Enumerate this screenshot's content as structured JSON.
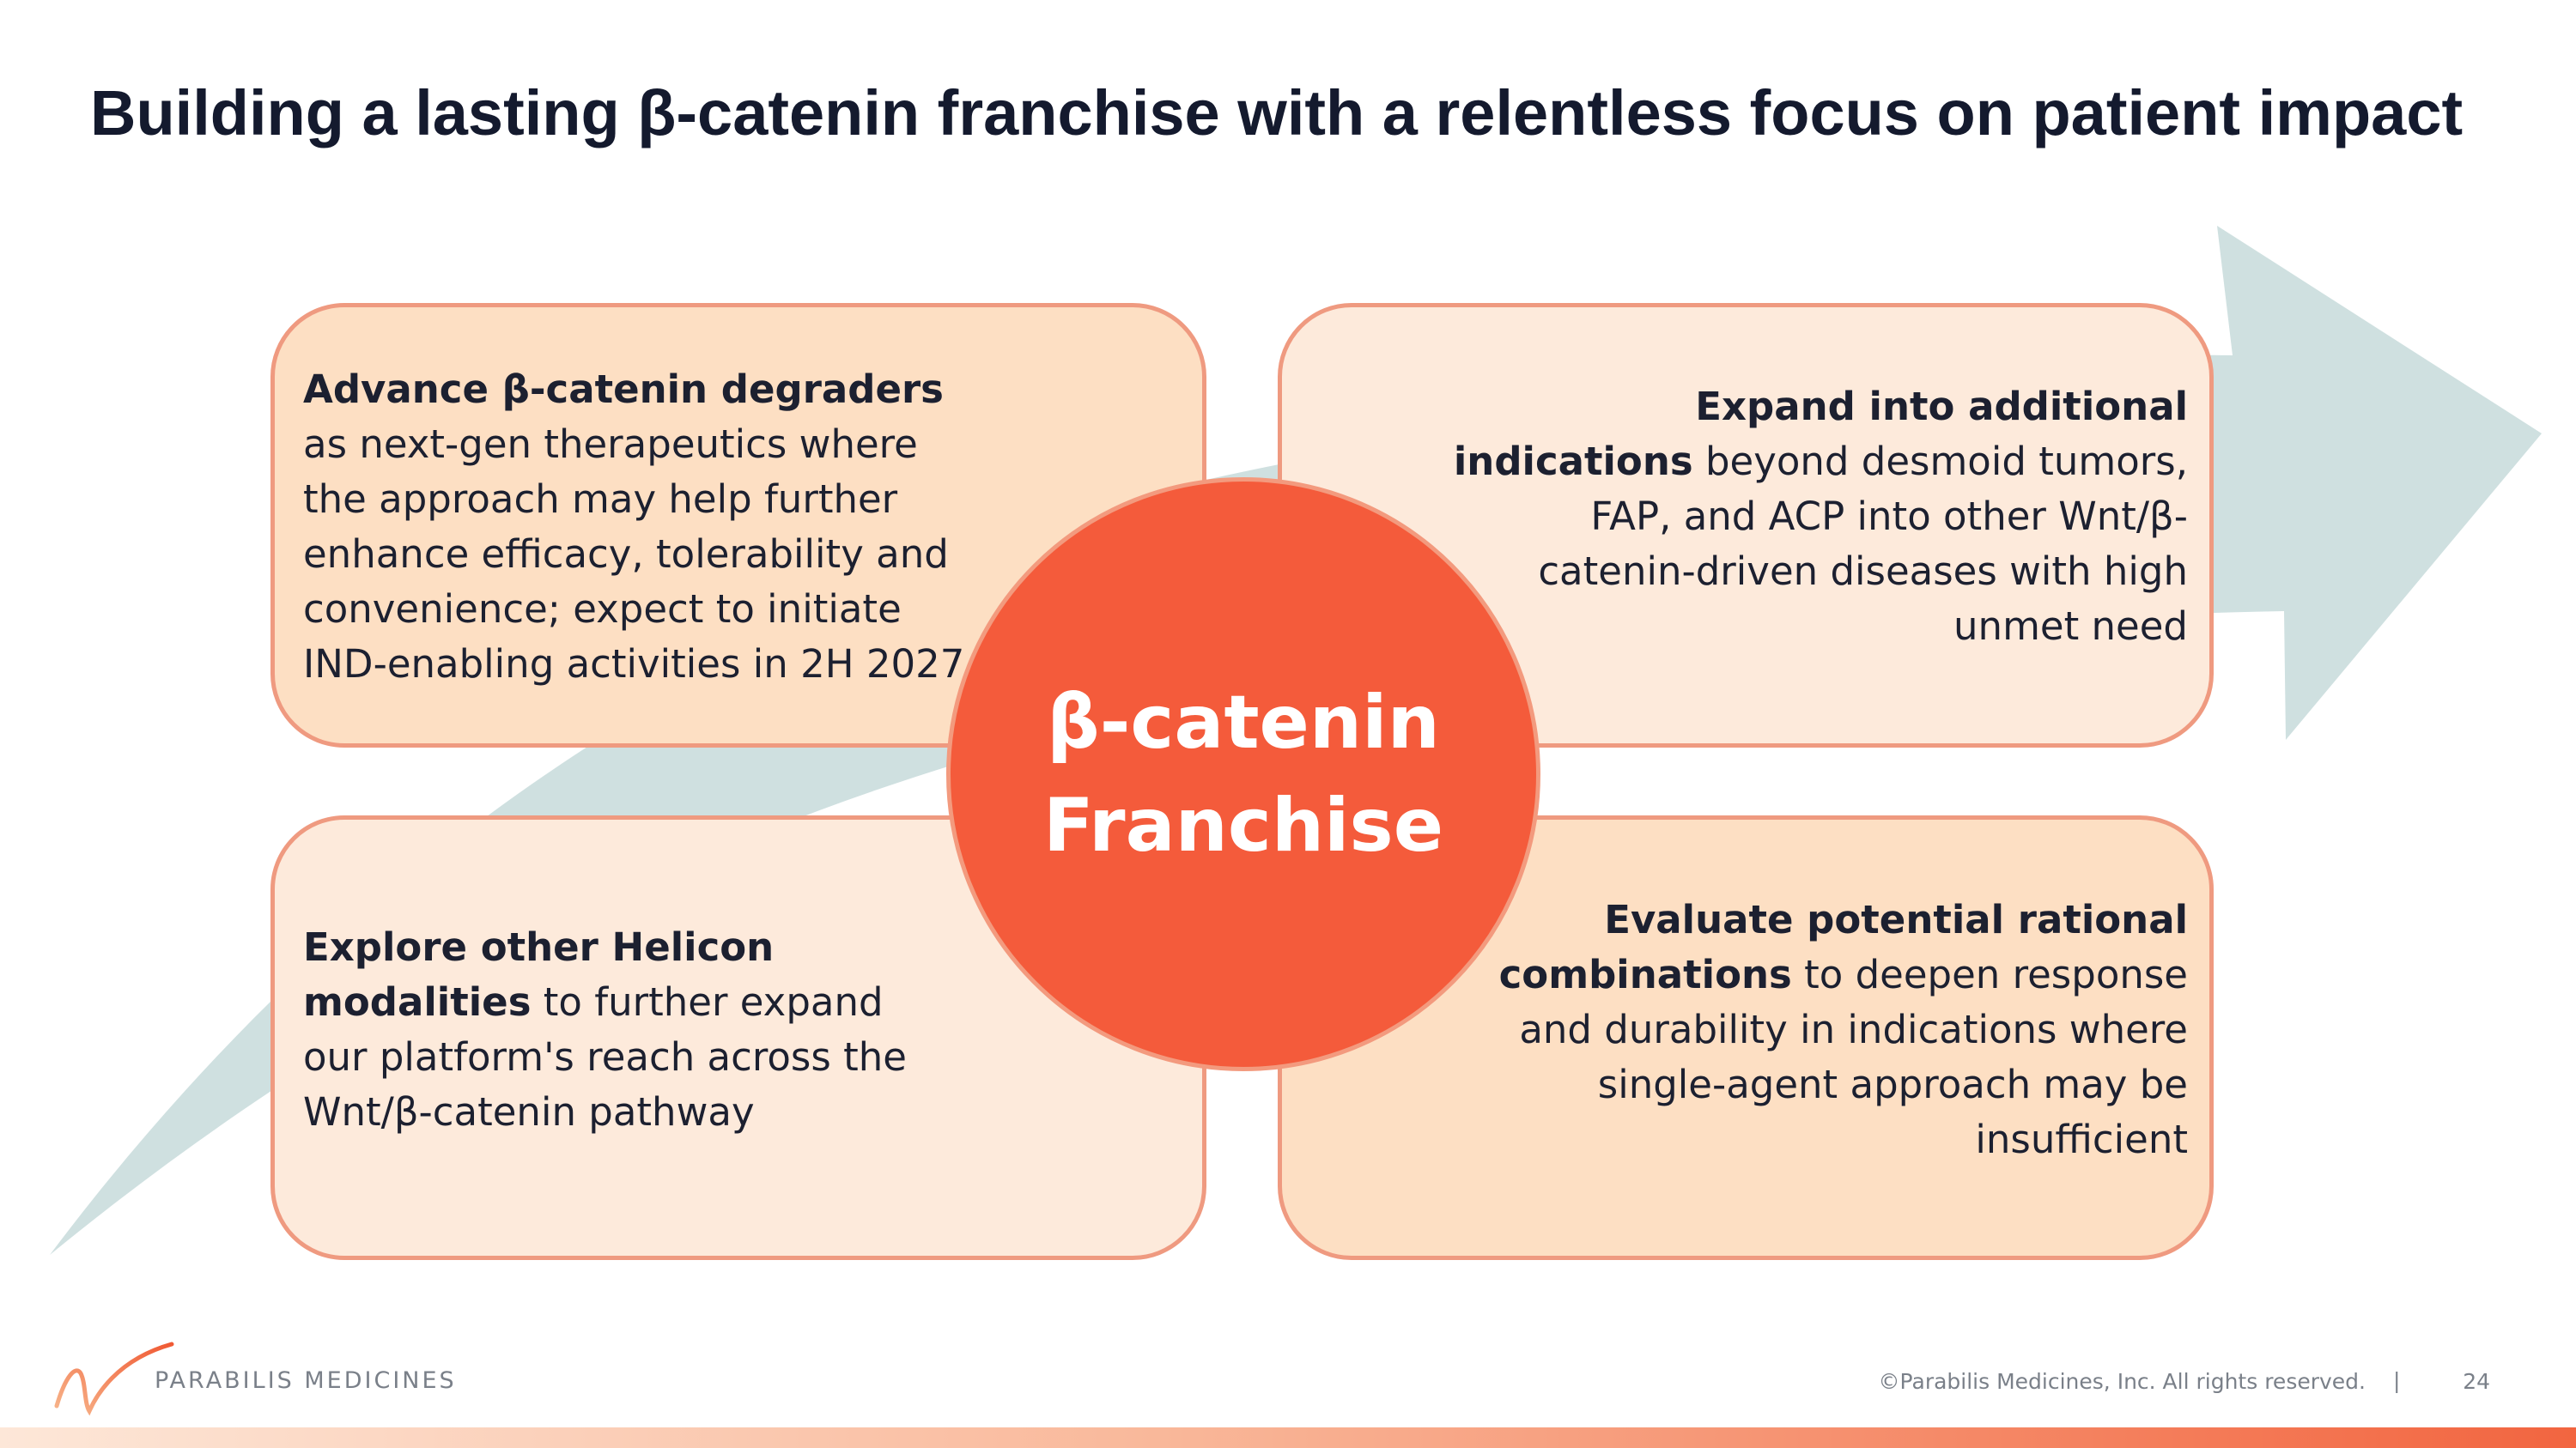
{
  "slide": {
    "title": "Building a lasting β-catenin franchise with a relentless focus on patient impact"
  },
  "center": {
    "line1": "β-catenin",
    "line2": "Franchise"
  },
  "quadrants": {
    "top_left": {
      "bold": "Advance β-catenin degraders",
      "rest": " as next-gen therapeutics where the approach may help further enhance efficacy, tolerability and convenience; expect to initiate IND-enabling activities in 2H 2027"
    },
    "top_right": {
      "bold": "Expand into additional indications",
      "rest": " beyond desmoid tumors, FAP, and ACP into other Wnt/β-catenin-driven diseases with high unmet need"
    },
    "bottom_left": {
      "bold": "Explore other Helicon modalities",
      "rest": " to further expand our platform's reach across the Wnt/β-catenin pathway"
    },
    "bottom_right": {
      "bold": "Evaluate potential rational combinations",
      "rest": " to deepen response and durability in indications where single-agent approach may be insufficient"
    }
  },
  "footer": {
    "logo_text": "PARABILIS MEDICINES",
    "copyright": "©Parabilis Medicines, Inc.  All rights reserved.",
    "separator": "|",
    "page_number": "24"
  },
  "colors": {
    "title": "#141a2e",
    "circle": "#f45b3b",
    "box_border": "#ef9a80",
    "box_fill_dark": "#fddfc3",
    "box_fill_light": "#fdeadb",
    "arrow": "#cfe0e0",
    "footer_text": "#7a8089"
  }
}
